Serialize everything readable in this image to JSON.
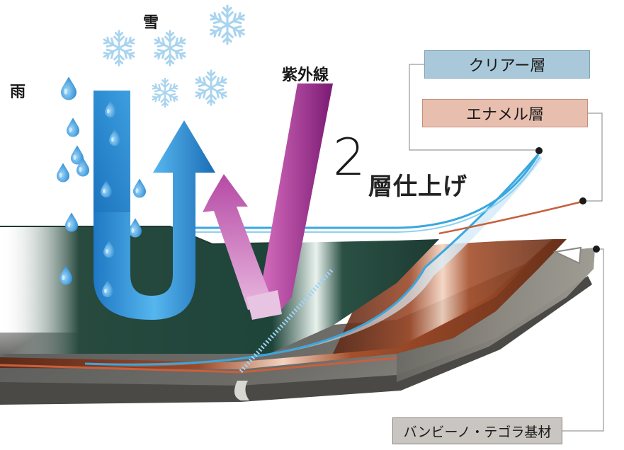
{
  "labels": {
    "rain": "雨",
    "snow": "雪",
    "uv": "紫外線",
    "two_layer_number": "2",
    "two_layer_text": "層仕上げ",
    "clear_layer": "クリアー層",
    "enamel_layer": "エナメル層",
    "base_material": "バンビーノ・テゴラ基材"
  },
  "colors": {
    "clear_badge": "#a9c8d9",
    "enamel_badge": "#e8bfae",
    "base_badge": "#c9c5c0",
    "water": "#2a8fd4",
    "uv_arrow": "#b23a9c",
    "clear_line": "#39a7e0",
    "enamel_line": "#c7603e",
    "leader": "#9a9a9a"
  },
  "icons": {
    "rain": "water-drop-icon",
    "snow": "snowflake-icon"
  }
}
